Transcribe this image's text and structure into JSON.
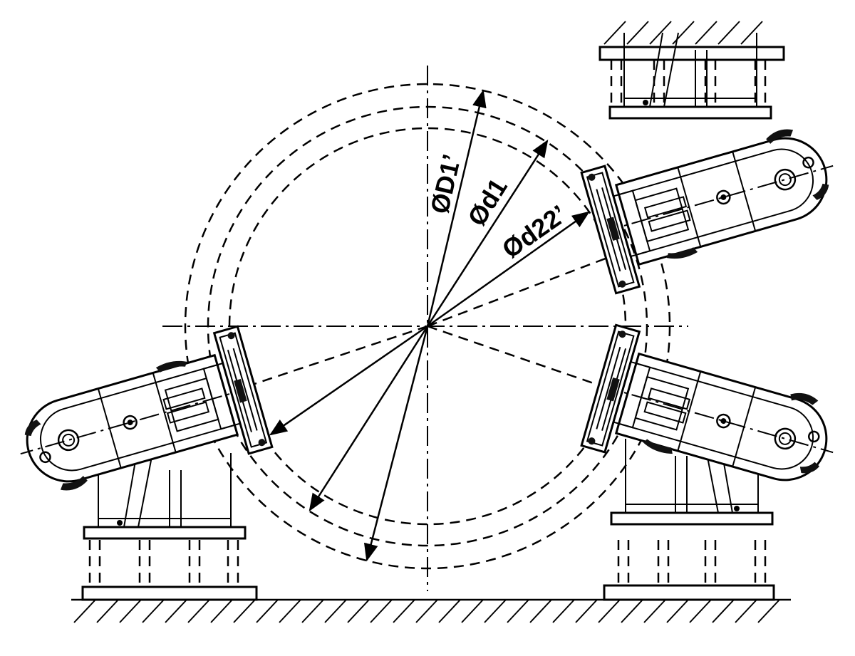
{
  "labels": {
    "d1_outer": "ØD1’",
    "d1": "Ød1",
    "d22": "Ød22’"
  },
  "colors": {
    "ink": "#000000",
    "paper": "#ffffff"
  },
  "assemblies": [
    {
      "name": "roller-support-top-right"
    },
    {
      "name": "roller-support-bottom-right"
    },
    {
      "name": "roller-support-bottom-left"
    }
  ]
}
